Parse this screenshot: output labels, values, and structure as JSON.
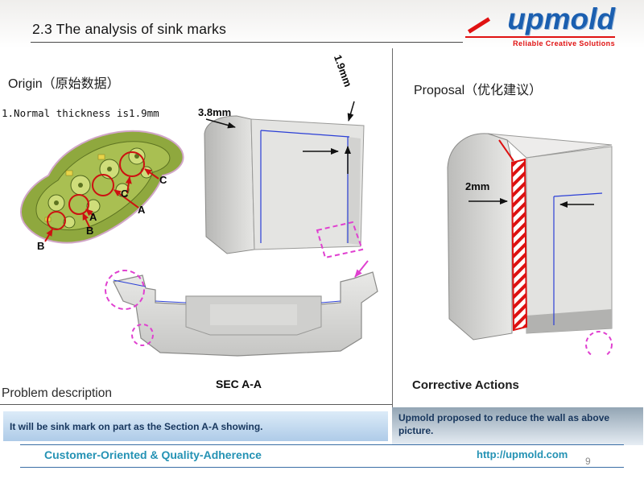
{
  "header": {
    "title": "2.3 The analysis of sink marks",
    "logo_text": "upmold",
    "logo_tagline": "Reliable Creative Solutions"
  },
  "origin": {
    "heading": "Origin（原始数据）",
    "note": "1.Normal thickness is1.9mm",
    "part_labels": [
      "C",
      "C",
      "A",
      "A",
      "B",
      "B"
    ]
  },
  "section": {
    "dim_thick": "3.8mm",
    "dim_thin": "1.9mm",
    "caption": "SEC A-A"
  },
  "proposal": {
    "heading": "Proposal（优化建议）",
    "dim": "2mm"
  },
  "problem": {
    "heading": "Problem description",
    "text": "It will be sink mark on part as  the Section A-A  showing."
  },
  "corrective": {
    "heading": "Corrective Actions",
    "text": "Upmold proposed to reduce the wall as above picture."
  },
  "footer": {
    "slogan": "Customer-Oriented & Quality-Adherence",
    "url": "http://upmold.com",
    "page": "9"
  },
  "colors": {
    "logo_blue": "#1b5fb0",
    "accent_red": "#e01212",
    "footer_teal": "#2492b4",
    "section_line_blue": "#2b3fd6",
    "highlight_magenta": "#e040d0",
    "reduction_red": "#dd1111"
  }
}
